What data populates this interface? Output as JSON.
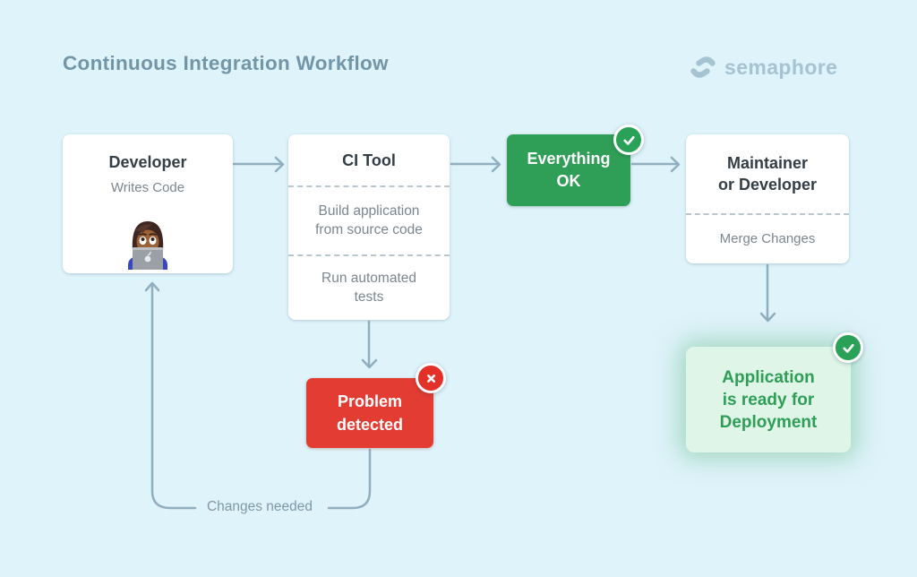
{
  "header": {
    "title": "Continuous Integration Workflow",
    "brand": "semaphore"
  },
  "nodes": {
    "developer": {
      "title": "Developer",
      "subtitle": "Writes Code",
      "emoji": "woman-technologist-dark-skin-laptop"
    },
    "ci_tool": {
      "title": "CI Tool",
      "step1_line1": "Build application",
      "step1_line2": "from source code",
      "step2_line1": "Run automated",
      "step2_line2": "tests"
    },
    "everything_ok": {
      "line1": "Everything",
      "line2": "OK",
      "badge": "check"
    },
    "maintainer": {
      "title_line1": "Maintainer",
      "title_line2": "or Developer",
      "subtitle": "Merge Changes"
    },
    "problem_detected": {
      "line1": "Problem",
      "line2": "detected",
      "badge": "cross"
    },
    "deployment": {
      "line1": "Application",
      "line2": "is ready for",
      "line3": "Deployment",
      "badge": "check"
    }
  },
  "labels": {
    "changes_needed": "Changes needed"
  },
  "colors": {
    "background": "#def3fa",
    "heading_text": "#7295a8",
    "brand_text": "#a5c3d1",
    "arrow": "#90aebe",
    "success_green": "#2f9e56",
    "badge_green": "#29a257",
    "error_red": "#e23c33",
    "badge_red": "#e33028",
    "light_green_bg": "#def5e7",
    "card_title_text": "#333e46",
    "card_subtitle_text": "#7c868e"
  }
}
